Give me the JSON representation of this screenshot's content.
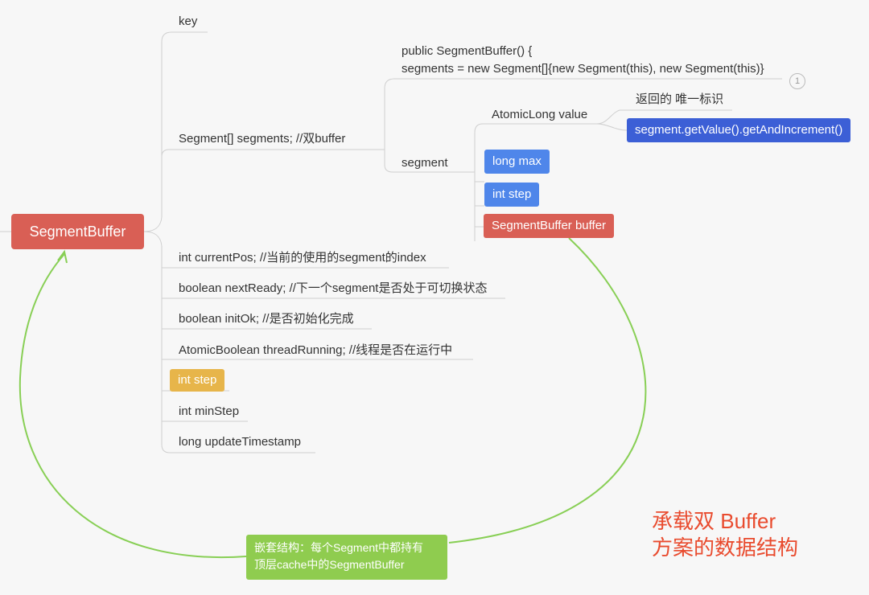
{
  "root": "SegmentBuffer",
  "children": {
    "key": "key",
    "segments": "Segment[] segments; //双buffer",
    "constructor_line1": "public SegmentBuffer() {",
    "constructor_line2": "segments = new Segment[]{new Segment(this), new Segment(this)}",
    "badge": "1",
    "segment": "segment",
    "atomic_long": "AtomicLong value",
    "return_note": "返回的 唯一标识",
    "get_value": "segment.getValue().getAndIncrement()",
    "long_max": "long max",
    "int_step_segment": "int step",
    "segment_buffer_ref": "SegmentBuffer buffer",
    "current_pos": "int currentPos; //当前的使用的segment的index",
    "next_ready": "boolean nextReady; //下一个segment是否处于可切换状态",
    "init_ok": "boolean initOk; //是否初始化完成",
    "thread_running": "AtomicBoolean threadRunning; //线程是否在运行中",
    "int_step": "int step",
    "min_step": "int minStep",
    "update_timestamp": "long updateTimestamp"
  },
  "note": {
    "line1": "嵌套结构：每个Segment中都持有",
    "line2": "顶层cache中的SegmentBuffer"
  },
  "caption": {
    "line1": "承载双 Buffer",
    "line2": "方案的数据结构"
  },
  "colors": {
    "root": "#d95f55",
    "blue": "#4f86ea",
    "dark_blue": "#3c5fd6",
    "yellow": "#e7b54a",
    "green": "#8fcc4f",
    "caption": "#e94b2e"
  }
}
